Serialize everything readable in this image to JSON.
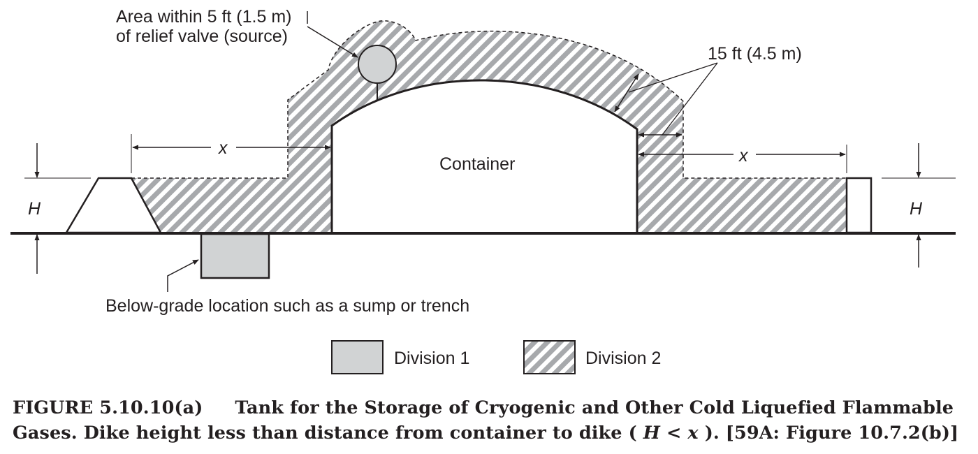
{
  "diagram": {
    "container_label": "Container",
    "relief_valve_label_line1": "Area within 5 ft (1.5 m)",
    "relief_valve_label_line2": "of relief valve (source)",
    "dimension_15ft_label": "15 ft (4.5 m)",
    "x_label_left": "x",
    "x_label_right": "x",
    "h_label_left": "H",
    "h_label_right": "H",
    "below_grade_label": "Below-grade location such as a sump or trench"
  },
  "legend": {
    "items": [
      {
        "label": "Division 1",
        "fill": "#d1d3d4"
      },
      {
        "label": "Division 2",
        "fill": "hatch"
      }
    ]
  },
  "caption": {
    "figure_number": "FIGURE 5.10.10(a)",
    "title_part1": "Tank for the Storage of Cryogenic and Other Cold Liquefied Flammable Gases. Dike height less than distance from container to dike (",
    "math_H": "H",
    "math_lt": " < ",
    "math_x": "x",
    "title_part2": "). [59A: Figure 10.7.2(b)]"
  },
  "colors": {
    "ink": "#231f20",
    "division1_fill": "#d1d3d4",
    "hatch": "#a7a9ac"
  }
}
